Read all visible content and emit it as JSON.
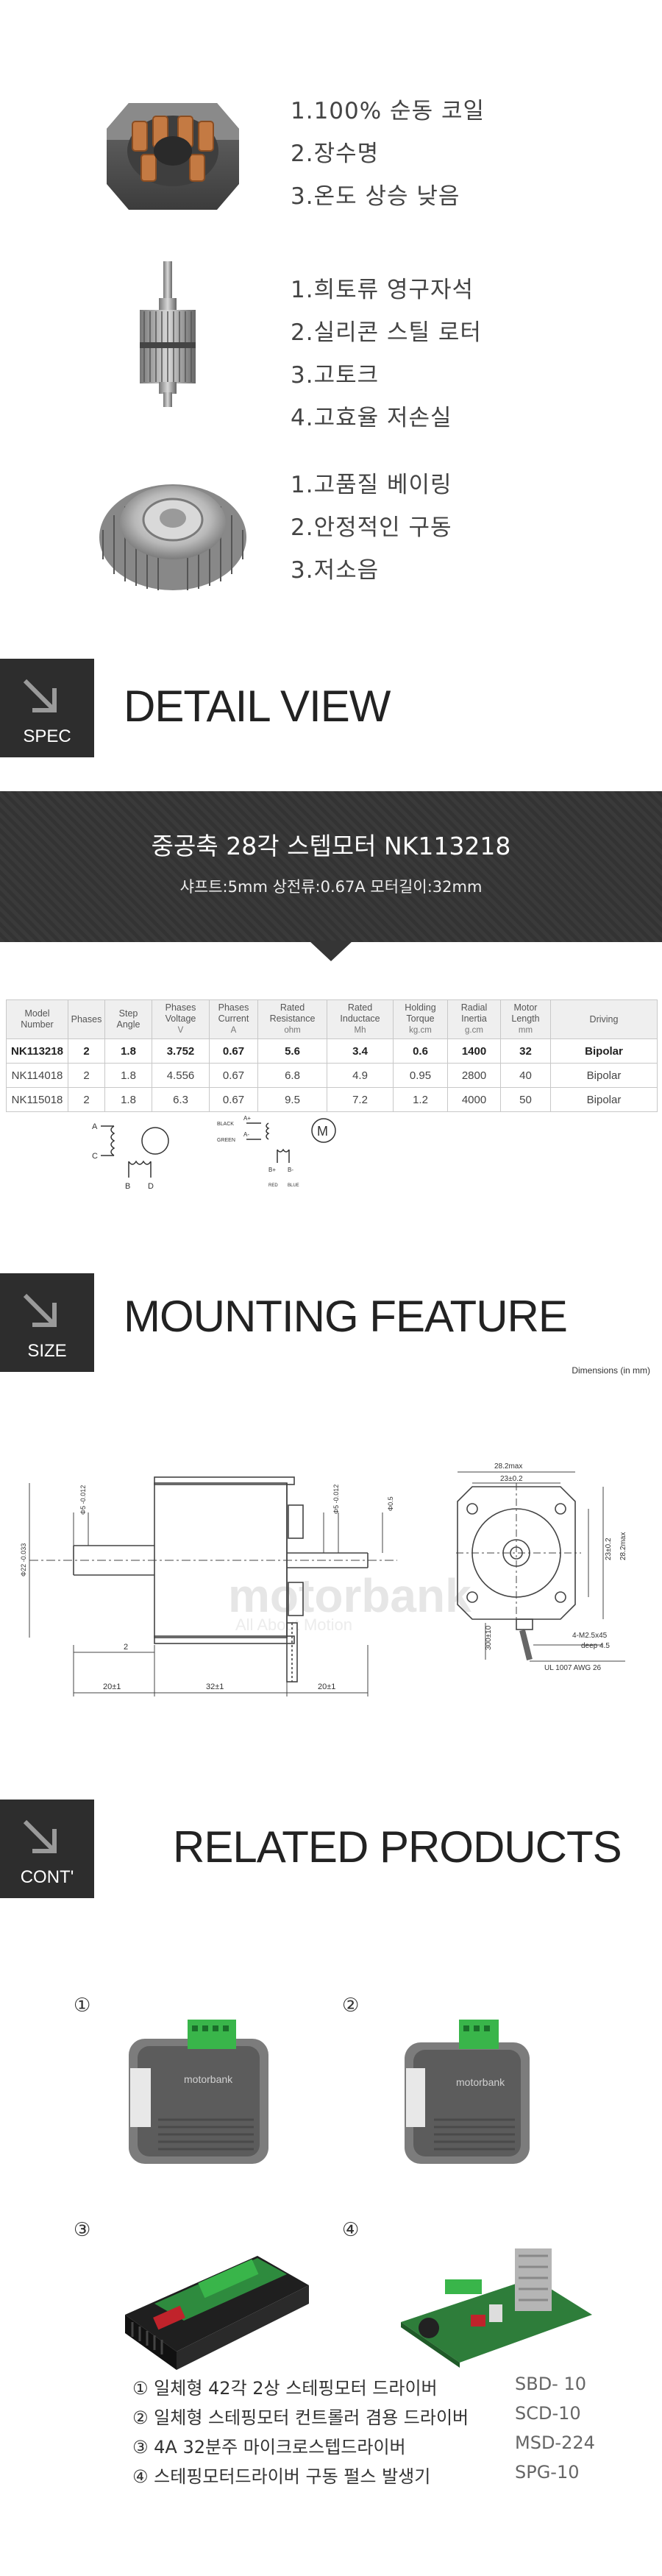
{
  "features": [
    {
      "icon": "coil-stator-icon",
      "items": [
        "1.100% 순동 코일",
        "2.장수명",
        "3.온도 상승 낮음"
      ]
    },
    {
      "icon": "rotor-shaft-icon",
      "items": [
        "1.희토류 영구자석",
        "2.실리콘 스틸 로터",
        "3.고토크",
        "4.고효율 저손실"
      ]
    },
    {
      "icon": "bearing-icon",
      "items": [
        "1.고품질 베이링",
        "2.안정적인 구동",
        "3.저소음"
      ]
    }
  ],
  "sections": {
    "spec": {
      "badge": "SPEC",
      "title": "DETAIL VIEW"
    },
    "size": {
      "badge": "SIZE",
      "title": "MOUNTING FEATURE"
    },
    "cont": {
      "badge": "CONT'",
      "title": "RELATED PRODUCTS"
    }
  },
  "banner": {
    "title": "중공축 28각 스텝모터 NK113218",
    "subtitle": "샤프트:5mm   상전류:0.67A 모터길이:32mm"
  },
  "spec_table": {
    "headers": [
      {
        "label": "Model Number",
        "unit": ""
      },
      {
        "label": "Phases",
        "unit": ""
      },
      {
        "label": "Step Angle",
        "unit": ""
      },
      {
        "label": "Phases Voltage",
        "unit": "V"
      },
      {
        "label": "Phases Current",
        "unit": "A"
      },
      {
        "label": "Rated Resistance",
        "unit": "ohm"
      },
      {
        "label": "Rated Inductace",
        "unit": "Mh"
      },
      {
        "label": "Holding Torque",
        "unit": "kg.cm"
      },
      {
        "label": "Radial Inertia",
        "unit": "g.cm"
      },
      {
        "label": "Motor Length",
        "unit": "mm"
      },
      {
        "label": "Driving",
        "unit": ""
      }
    ],
    "rows": [
      [
        "NK113218",
        "2",
        "1.8",
        "3.752",
        "0.67",
        "5.6",
        "3.4",
        "0.6",
        "1400",
        "32",
        "Bipolar"
      ],
      [
        "NK114018",
        "2",
        "1.8",
        "4.556",
        "0.67",
        "6.8",
        "4.9",
        "0.95",
        "2800",
        "40",
        "Bipolar"
      ],
      [
        "NK115018",
        "2",
        "1.8",
        "6.3",
        "0.67",
        "9.5",
        "7.2",
        "1.2",
        "4000",
        "50",
        "Bipolar"
      ]
    ]
  },
  "wiring": {
    "left_labels": [
      "A",
      "C",
      "B",
      "D"
    ],
    "right_labels": {
      "black": "BLACK",
      "green": "GREEN",
      "a_plus": "A+",
      "a_minus": "A-",
      "b_plus": "B+",
      "b_minus": "B-",
      "red": "RED",
      "blue": "BLUE",
      "motor": "M"
    }
  },
  "dimensions_note": "Dimensions (in mm)",
  "drawing": {
    "dim_left": "Φ5 -0.012",
    "dim_shaft2": "Φ22 -0.033",
    "dim_right": "Φ5 -0.012",
    "dim_r": "Φ0.5",
    "dim_2": "2",
    "dim_20a": "20±1",
    "dim_32": "32±1",
    "dim_20b": "20±1",
    "dim_282": "28.2max",
    "dim_23": "23±0.2",
    "dim_23v": "23±0.2",
    "dim_28v": "28.2max",
    "dim_300": "300±10",
    "dim_m2": "4-M2.5x45",
    "dim_deep": "deep 4.5",
    "dim_ul": "UL 1007 AWG 26",
    "watermark": "motorbank",
    "watermark_sub": "All About Motion"
  },
  "products": [
    {
      "num": "①",
      "name": "일체형 42각 2상  스테핑모터 드라이버",
      "code": "SBD- 10"
    },
    {
      "num": "②",
      "name": "일체형 스테핑모터 컨트롤러 겸용 드라이버",
      "code": "SCD-10"
    },
    {
      "num": "③",
      "name": "4A 32분주 마이크로스텝드라이버",
      "code": "MSD-224"
    },
    {
      "num": "④",
      "name": "스테핑모터드라이버 구동 펄스 발생기",
      "code": "SPG-10"
    }
  ],
  "product_logo": "motorbank",
  "colors": {
    "dark": "#2d2d2d",
    "banner": "#353535",
    "pcb_green": "#2e8b3e",
    "terminal_green": "#39b54a"
  }
}
